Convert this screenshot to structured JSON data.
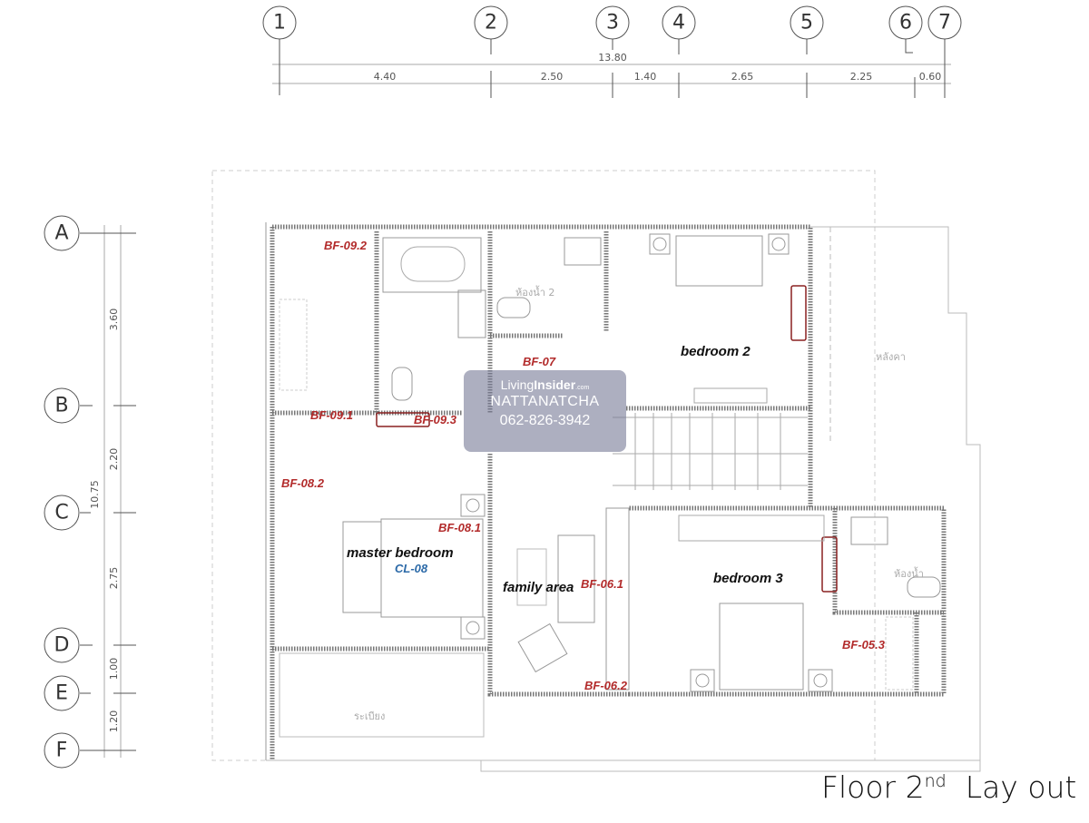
{
  "grid_columns": [
    "1",
    "2",
    "3",
    "4",
    "5",
    "6",
    "7"
  ],
  "grid_rows": [
    "A",
    "B",
    "C",
    "D",
    "E",
    "F"
  ],
  "dimensions_horizontal": {
    "total": "13.80",
    "spans": [
      "4.40",
      "2.50",
      "1.40",
      "2.65",
      "2.25",
      "0.60"
    ]
  },
  "dimensions_vertical": {
    "total": "10.75",
    "spans": [
      "3.60",
      "2.20",
      "2.75",
      "1.00",
      "1.20"
    ]
  },
  "rooms": {
    "master_bedroom": "master bedroom",
    "bedroom_2": "bedroom 2",
    "bedroom_3": "bedroom 3",
    "family_area": "family area",
    "roof": "หลังคา",
    "balcony": "ระเบียง",
    "bath_2": "ห้องน้ำ 2",
    "bath_3": "ห้องน้ำ"
  },
  "tags": {
    "bf_09_2": "BF-09.2",
    "bf_09_1": "BF-09.1",
    "bf_09_3": "BF-09.3",
    "bf_07": "BF-07",
    "bf_08_2": "BF-08.2",
    "bf_08_1": "BF-08.1",
    "cl_08": "CL-08",
    "bf_06_1": "BF-06.1",
    "bf_06_2": "BF-06.2",
    "bf_05_3": "BF-05.3"
  },
  "watermark": {
    "brand_light": "Living",
    "brand_bold": "Insider",
    "brand_suffix": ".com",
    "name": "NATTANATCHA",
    "phone": "062-826-3942"
  },
  "title": {
    "main": "Floor 2",
    "sup": "nd",
    "suffix": "Lay out"
  },
  "colors": {
    "tag": "#b22a2a",
    "cl": "#2c6aa8"
  }
}
